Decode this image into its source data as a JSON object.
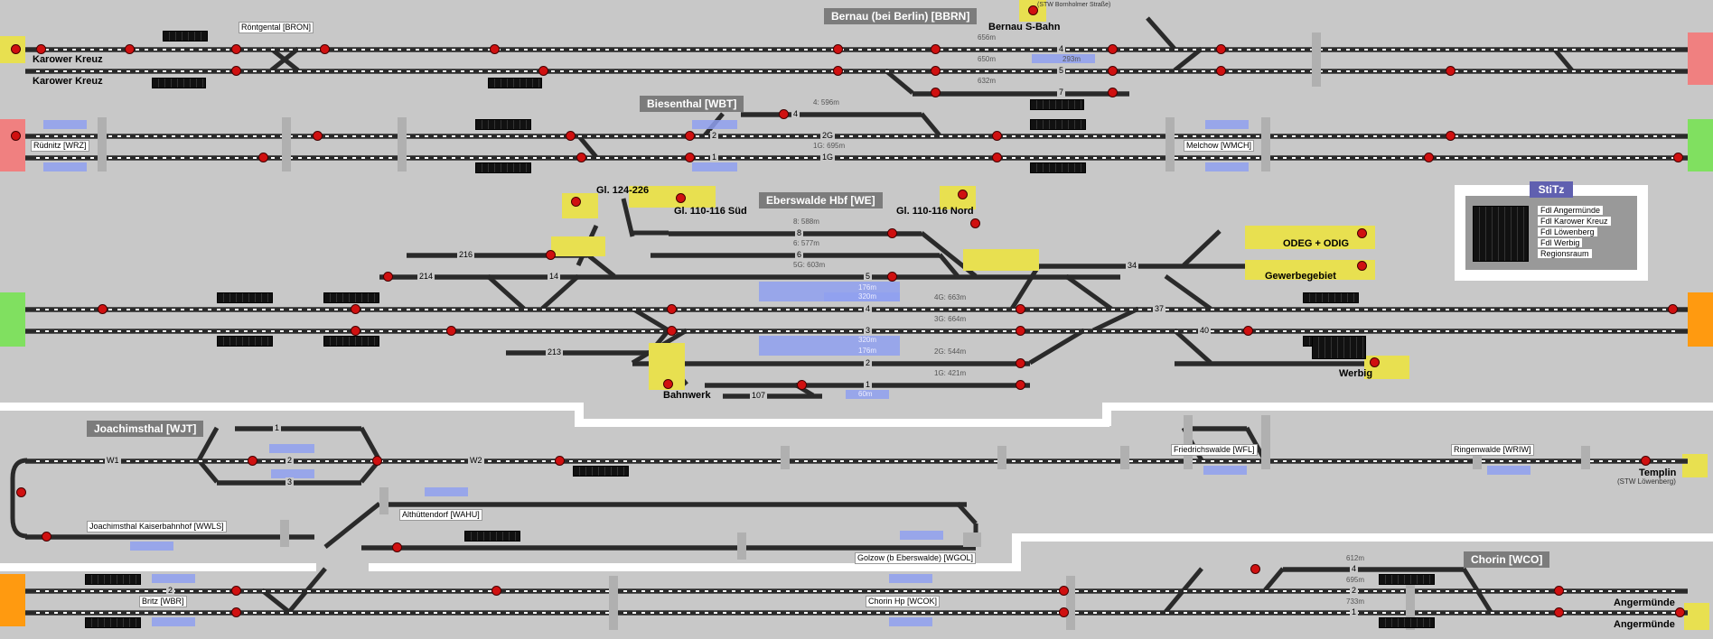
{
  "colors": {
    "background": "#c8c8c8",
    "track": "#2a2a2a",
    "signal": "#d01010",
    "block": "#8fa0f0",
    "edge_red": "#f08080",
    "edge_green": "#80e060",
    "edge_orange": "#ff9a10",
    "edge_yellow": "#e8e050",
    "header": "#7c7c7c",
    "stitz": "#6060b0"
  },
  "stations": {
    "bernau_header": "Bernau (bei Berlin) [BBRN]",
    "bernau_sbahn": "Bernau S-Bahn",
    "stw_bornholmer": "(STW Bornholmer Straße)",
    "roentgental": "Röntgental [BRON]",
    "karower_1": "Karower Kreuz",
    "karower_2": "Karower Kreuz",
    "biesenthal": "Biesenthal [WBT]",
    "ruednitz": "Rüdnitz [WRZ]",
    "melchow": "Melchow [WMCH]",
    "eberswalde": "Eberswalde Hbf [WE]",
    "gl_124_226": "Gl. 124-226",
    "gl_110_116_sued": "Gl. 110-116 Süd",
    "gl_110_116_nord": "Gl. 110-116 Nord",
    "odeg": "ODEG + ODIG",
    "gewerbegebiet": "Gewerbegebiet",
    "bahnwerk": "Bahnwerk",
    "werbig": "Werbig",
    "joachimsthal": "Joachimsthal [WJT]",
    "joachimsthal_kb": "Joachimsthal  Kaiserbahnhof [WWLS]",
    "althuettendorf": "Althüttendorf [WAHU]",
    "friedrichswalde": "Friedrichswalde [WFL]",
    "ringenwalde": "Ringenwalde [WRIW]",
    "templin": "Templin",
    "stw_loewenberg": "(STW Löwenberg)",
    "golzow": "Golzow (b Eberswalde) [WGOL]",
    "chorin": "Chorin [WCO]",
    "chorin_hp": "Chorin Hp [WCOK]",
    "britz": "Britz [WBR]",
    "angermuende_1": "Angermünde",
    "angermuende_2": "Angermünde"
  },
  "stitz": {
    "title": "StiTz",
    "items": [
      "Fdl Angermünde",
      "Fdl Karower Kreuz",
      "Fdl Löwenberg",
      "Fdl Werbig",
      "Regionsraum"
    ]
  },
  "track_numbers": {
    "bernau": [
      "4",
      "5",
      "7"
    ],
    "biesenthal": [
      "2",
      "1"
    ],
    "biesenthal_main": [
      "2G",
      "1G"
    ],
    "biesenthal_4": "4",
    "eberswalde": [
      "8",
      "6",
      "5",
      "4",
      "3",
      "2",
      "1"
    ],
    "eb_left": [
      "216",
      "214",
      "14",
      "213",
      "107"
    ],
    "eb_right": [
      "34",
      "37",
      "40"
    ],
    "joachimsthal": [
      "1",
      "2",
      "3",
      "W1",
      "W2"
    ],
    "chorin": [
      "4",
      "2",
      "1"
    ],
    "britz": [
      "2"
    ]
  },
  "lengths": {
    "bernau": [
      "656m",
      "650m",
      "293m",
      "632m"
    ],
    "biesenthal": [
      "4: 596m",
      "1G: 695m"
    ],
    "eberswalde": [
      "8: 588m",
      "6: 577m",
      "5G: 603m",
      "4G: 663m",
      "3G: 664m",
      "2G: 544m",
      "1G: 421m",
      "176m",
      "320m",
      "320m",
      "176m",
      "60m"
    ],
    "chorin": [
      "612m",
      "695m",
      "733m"
    ]
  }
}
